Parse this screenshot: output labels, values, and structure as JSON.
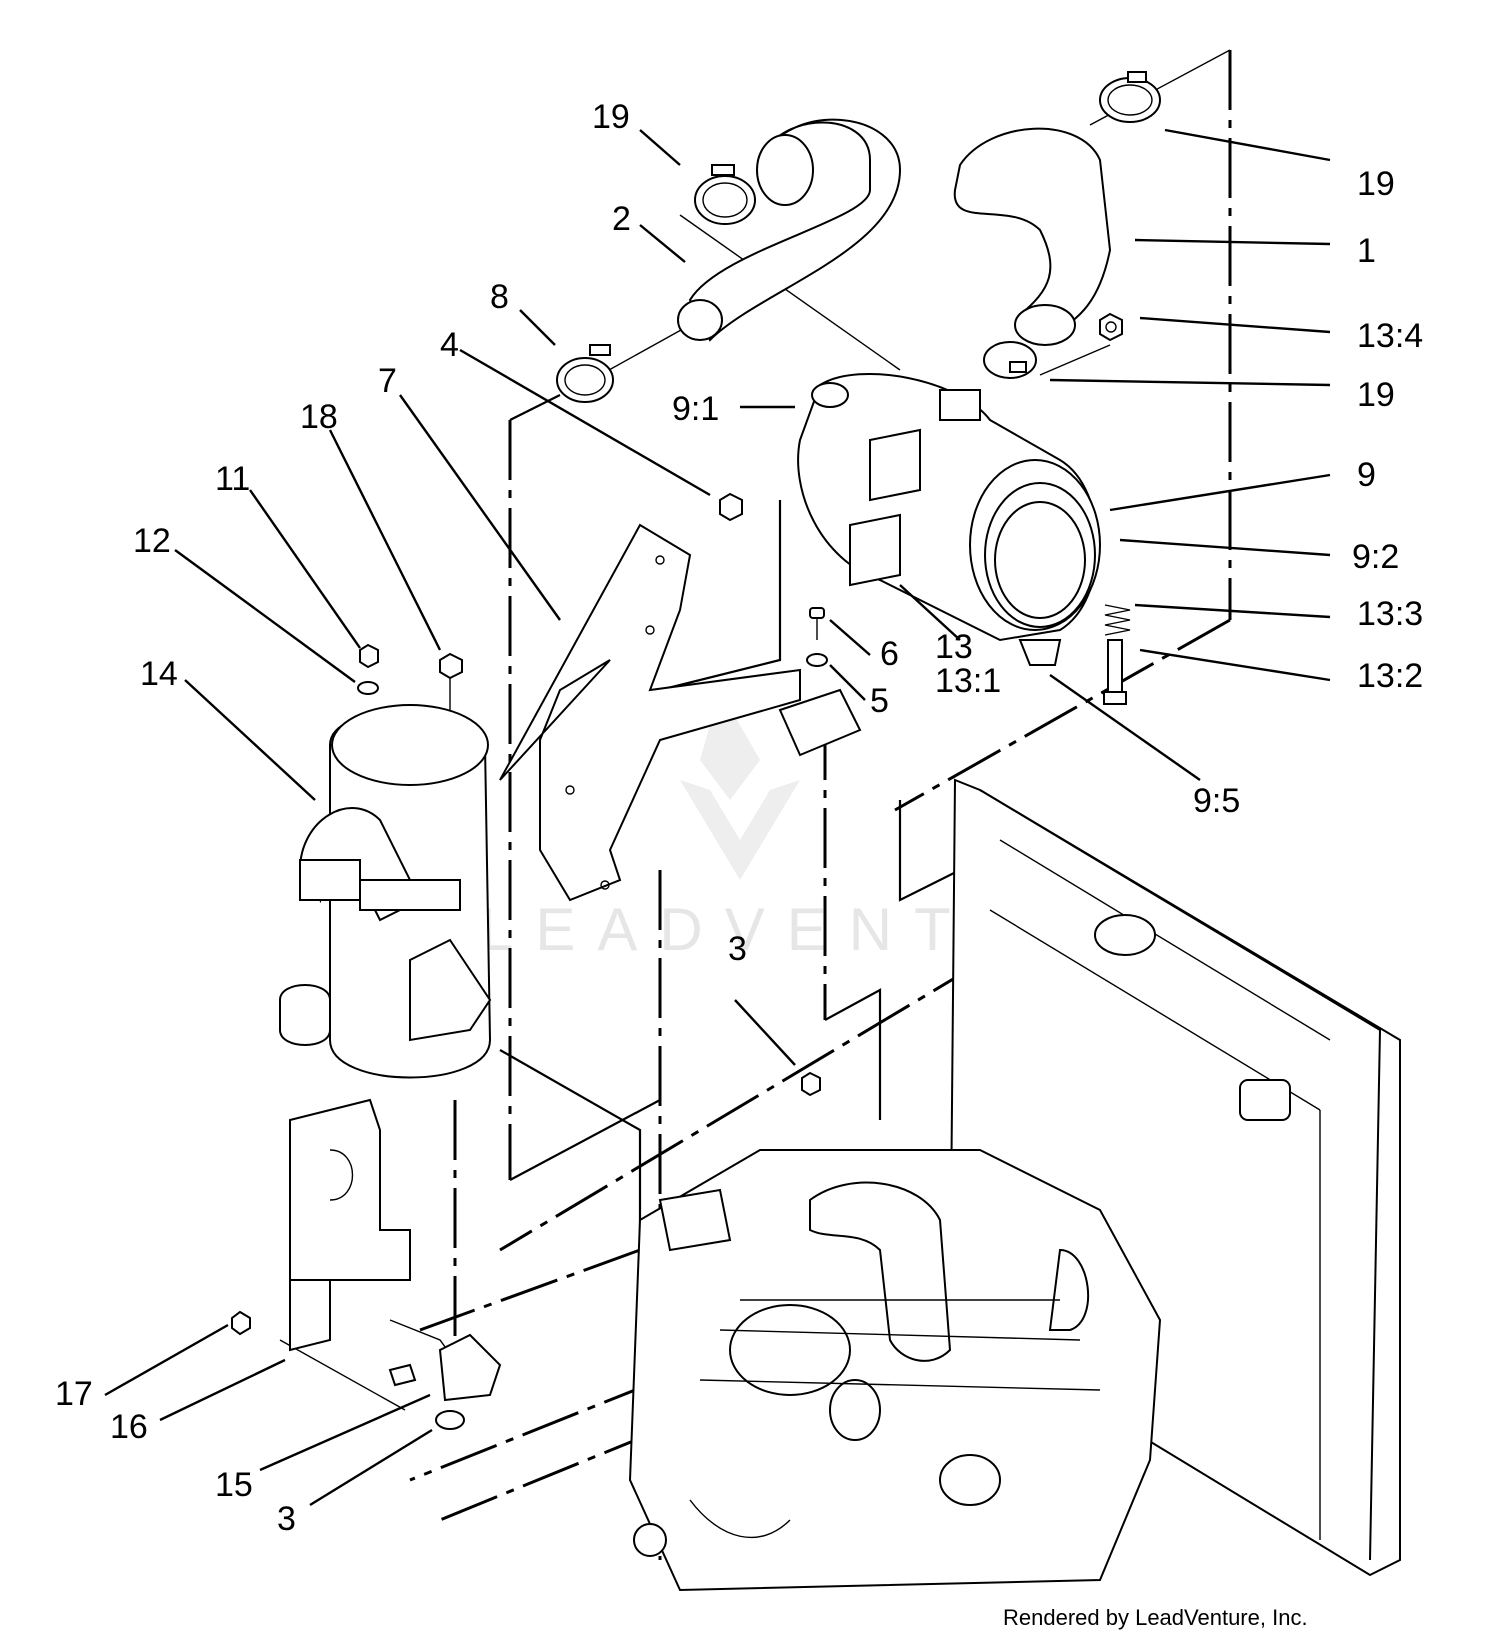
{
  "callouts": {
    "c19a": "19",
    "c19b": "19",
    "c19c": "19",
    "c1": "1",
    "c2": "2",
    "c8": "8",
    "c4": "4",
    "c7": "7",
    "c18": "18",
    "c11": "11",
    "c12": "12",
    "c14": "14",
    "c9_1": "9:1",
    "c13_4": "13:4",
    "c9": "9",
    "c9_2": "9:2",
    "c13_3": "13:3",
    "c13_2": "13:2",
    "c13": "13",
    "c13_1": "13:1",
    "c6": "6",
    "c5": "5",
    "c9_5": "9:5",
    "c3a": "3",
    "c3b": "3",
    "c17": "17",
    "c16": "16",
    "c15": "15"
  },
  "watermark": "LEADVENTURE",
  "credit": "Rendered by LeadVenture, Inc."
}
